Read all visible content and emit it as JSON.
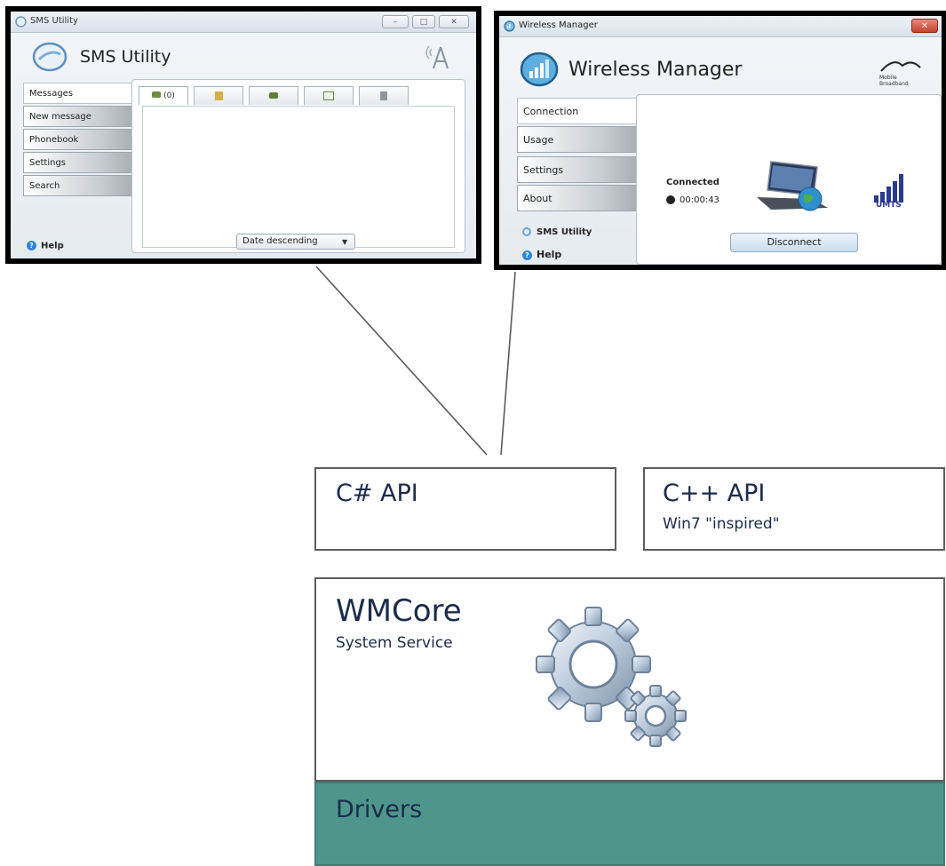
{
  "sms_window": {
    "title": "SMS Utility",
    "header_title": "SMS Utility",
    "controls": [
      "–",
      "□",
      "✕"
    ],
    "nav": [
      "Messages",
      "New message",
      "Phonebook",
      "Settings",
      "Search"
    ],
    "tabs": [
      "(0)",
      "",
      "",
      "",
      ""
    ],
    "sort_label": "Date descending",
    "help": "Help"
  },
  "wm_window": {
    "title": "Wireless Manager",
    "header_title": "Wireless Manager",
    "close": "✕",
    "brand_text_1": "Mobile",
    "brand_text_2": "Broadband",
    "nav": [
      "Connection",
      "Usage",
      "Settings",
      "About"
    ],
    "status": "Connected",
    "timer": "00:00:43",
    "network": "UMTS",
    "disconnect_label": "Disconnect",
    "sms_link": "SMS Utility",
    "help": "Help"
  },
  "architecture": {
    "csharp": {
      "title": "C# API"
    },
    "cpp": {
      "title": "C++ API",
      "subtitle": "Win7 \"inspired\""
    },
    "wmcore": {
      "title": "WMCore",
      "subtitle": "System Service"
    },
    "drivers": {
      "title": "Drivers"
    }
  },
  "colors": {
    "drivers_fill": "#4e968c",
    "box_border": "#5c5c5c",
    "arch_text": "#1b2b4a",
    "signal_bars": "#2a3a8c"
  },
  "icons": [
    "sms-app-icon",
    "antenna-icon",
    "wireless-manager-icon",
    "mobile-broadband-logo",
    "laptop-globe-icon",
    "signal-bars-icon",
    "clock-icon",
    "help-icon",
    "gears-icon"
  ]
}
